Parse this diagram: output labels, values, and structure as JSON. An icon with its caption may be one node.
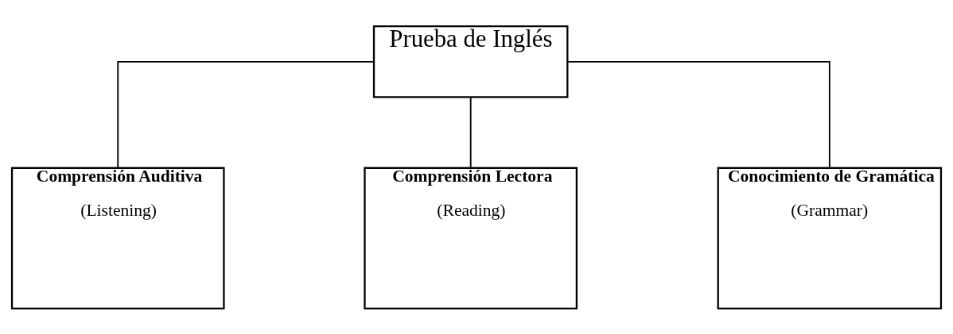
{
  "diagram": {
    "nodes": [
      {
        "text": [
          "Prueba de Inglés"
        ]
      },
      {
        "text": [
          "Comprensión Auditiva",
          "(Listening)"
        ]
      },
      {
        "text": [
          "Comprensión Lectora",
          "(Reading)"
        ]
      },
      {
        "text": [
          "Conocimiento de Gramática",
          "(Grammar)"
        ]
      }
    ],
    "edges": [
      {
        "from": 0,
        "to": 1,
        "arrow": "none"
      },
      {
        "from": 0,
        "to": 2,
        "arrow": "none"
      },
      {
        "from": 0,
        "to": 3,
        "arrow": "none"
      }
    ]
  }
}
